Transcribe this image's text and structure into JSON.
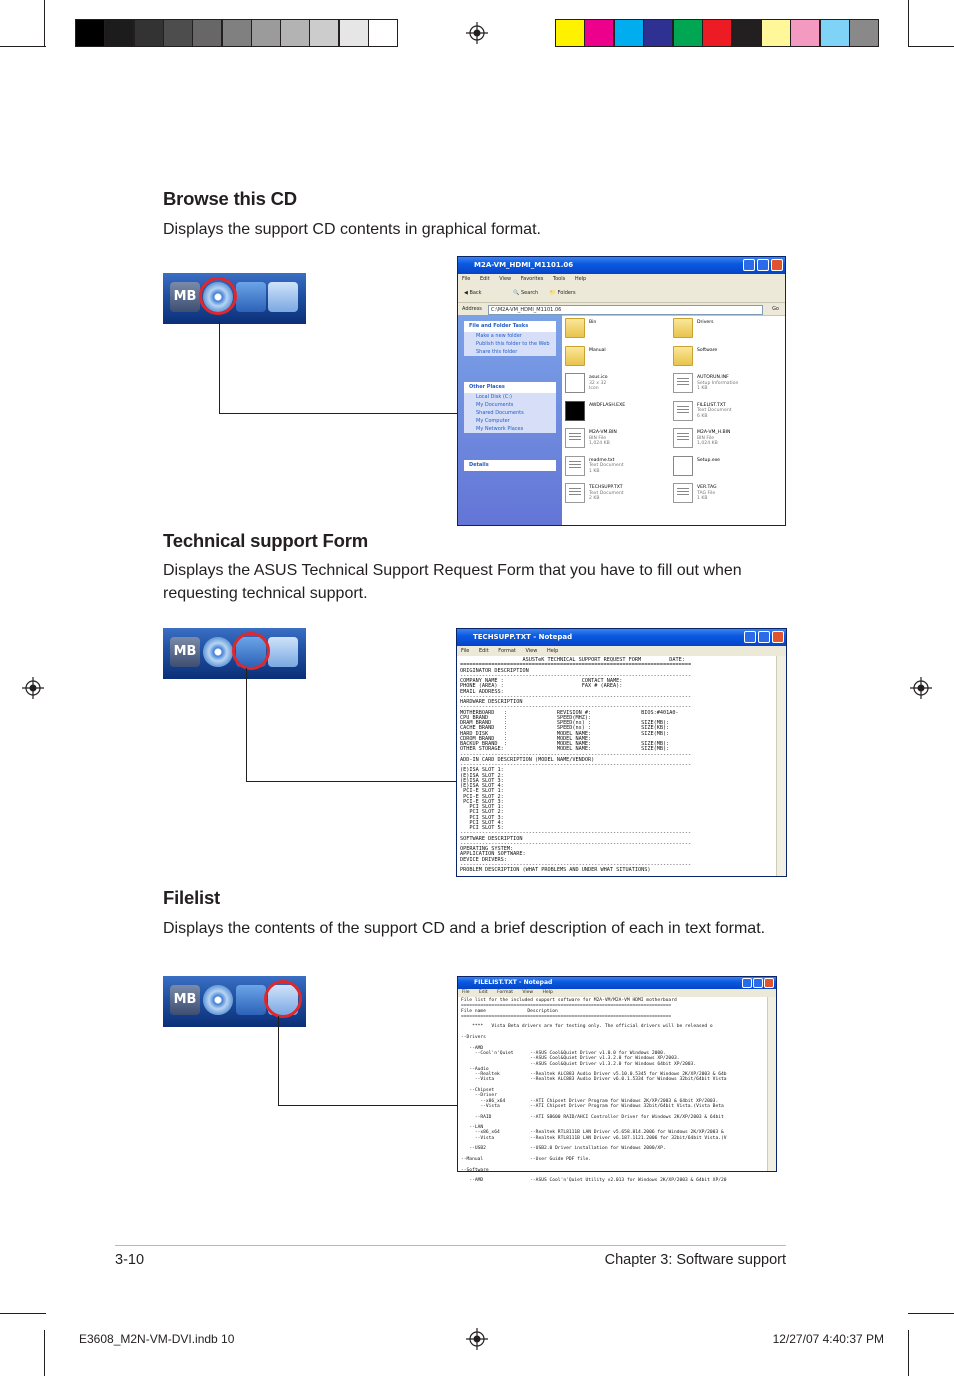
{
  "colors": {
    "grays": [
      "#000000",
      "#1c1c1c",
      "#333333",
      "#4d4d4d",
      "#676767",
      "#808080",
      "#9b9b9b",
      "#b3b3b3",
      "#cccccc",
      "#e6e6e6",
      "#ffffff"
    ],
    "process": [
      "#fff200",
      "#ec008c",
      "#00aeef",
      "#2e3192",
      "#00a651",
      "#ed1c24",
      "#231f20",
      "#fff799",
      "#f49ac1",
      "#7fd3f7",
      "#898989"
    ]
  },
  "sections": {
    "browse": {
      "heading": "Browse this CD",
      "body": "Displays the support CD contents in graphical format."
    },
    "techsupport": {
      "heading": "Technical support Form",
      "body": "Displays the ASUS Technical Support Request Form that you have to fill out when requesting technical support."
    },
    "filelist": {
      "heading": "Filelist",
      "body": "Displays the contents of the support CD and a brief description of each in text format."
    }
  },
  "icon_strip": {
    "mb_label": "MB"
  },
  "explorer": {
    "title": "M2A-VM_HDMI_M1101.06",
    "menu": [
      "File",
      "Edit",
      "View",
      "Favorites",
      "Tools",
      "Help"
    ],
    "toolbar": [
      "Back",
      "Search",
      "Folders"
    ],
    "address_label": "Address",
    "address_value": "C:\\M2A-VM_HDMI_M1101.06",
    "go_label": "Go",
    "tasks": {
      "folder_tasks": {
        "title": "File and Folder Tasks",
        "items": [
          "Make a new folder",
          "Publish this folder to the Web",
          "Share this folder"
        ]
      },
      "other_places": {
        "title": "Other Places",
        "items": [
          "Local Disk (C:)",
          "My Documents",
          "Shared Documents",
          "My Computer",
          "My Network Places"
        ]
      },
      "details": {
        "title": "Details"
      }
    },
    "files": [
      {
        "name": "Bin",
        "l1": "",
        "l2": "",
        "icon": "folder-icon"
      },
      {
        "name": "Drivers",
        "l1": "",
        "l2": "",
        "icon": "folder-icon"
      },
      {
        "name": "Manual",
        "l1": "",
        "l2": "",
        "icon": "folder-icon"
      },
      {
        "name": "Software",
        "l1": "",
        "l2": "",
        "icon": "folder-icon"
      },
      {
        "name": "asus.ico",
        "l1": "32 x 32",
        "l2": "Icon",
        "icon": "asus-logo-icon"
      },
      {
        "name": "AUTORUN.INF",
        "l1": "Setup Information",
        "l2": "1 KB",
        "icon": "setup-info-icon"
      },
      {
        "name": "AWDFLASH.EXE",
        "l1": "",
        "l2": "",
        "icon": "console-app-icon"
      },
      {
        "name": "FILELIST.TXT",
        "l1": "Text Document",
        "l2": "6 KB",
        "icon": "text-document-icon"
      },
      {
        "name": "M2A-VM.BIN",
        "l1": "BIN File",
        "l2": "1,024 KB",
        "icon": "bin-file-icon"
      },
      {
        "name": "M2A-VM_H.BIN",
        "l1": "BIN File",
        "l2": "1,024 KB",
        "icon": "bin-file-icon"
      },
      {
        "name": "readme.txt",
        "l1": "Text Document",
        "l2": "1 KB",
        "icon": "text-document-icon"
      },
      {
        "name": "Setup.exe",
        "l1": "",
        "l2": "",
        "icon": "asus-logo-icon"
      },
      {
        "name": "TECHSUPP.TXT",
        "l1": "Text Document",
        "l2": "2 KB",
        "icon": "text-document-icon"
      },
      {
        "name": "VER.TAG",
        "l1": "TAG File",
        "l2": "1 KB",
        "icon": "tag-file-icon"
      }
    ]
  },
  "notepad_tech": {
    "title": "TECHSUPP.TXT - Notepad",
    "menu": [
      "File",
      "Edit",
      "Format",
      "View",
      "Help"
    ],
    "text": "                    ASUSTeK TECHNICAL SUPPORT REQUEST FORM         DATE:\n==========================================================================\nORIGINATOR DESCRIPTION\n--------------------------------------------------------------------------\nCOMPANY NAME :                         CONTACT NAME:\nPHONE (AREA) :                         FAX # (AREA):\nEMAIL ADDRESS:\n--------------------------------------------------------------------------\nHARDWARE DESCRIPTION\n--------------------------------------------------------------------------\nMOTHERBOARD   :                REVISION #:                BIOS:#401A0-\nCPU BRAND     :                SPEED(MHZ):\nDRAM BRAND    :                SPEED(ns) :                SIZE(MB):\nCACHE BRAND   :                SPEED(ns) :                SIZE(KB):\nHARD DISK     :                MODEL NAME:                SIZE(MB):\nCDROM BRAND   :                MODEL NAME:\nBACKUP BRAND  :                MODEL NAME:                SIZE(MB):\nOTHER STORAGE:                 MODEL NAME:                SIZE(MB):\n--------------------------------------------------------------------------\nADD-IN CARD DESCRIPTION (MODEL NAME/VENDOR)\n--------------------------------------------------------------------------\n(E)ISA SLOT 1:\n(E)ISA SLOT 2:\n(E)ISA SLOT 3:\n(E)ISA SLOT 4:\n PCI-E SLOT 1:\n PCI-E SLOT 2:\n PCI-E SLOT 3:\n   PCI SLOT 1:\n   PCI SLOT 2:\n   PCI SLOT 3:\n   PCI SLOT 4:\n   PCI SLOT 5:\n--------------------------------------------------------------------------\nSOFTWARE DESCRIPTION\n--------------------------------------------------------------------------\nOPERATING SYSTEM:\nAPPLICATION SOFTWARE:\nDEVICE DRIVERS:\n--------------------------------------------------------------------------\nPROBLEM DESCRIPTION (WHAT PROBLEMS AND UNDER WHAT SITUATIONS)"
  },
  "notepad_files": {
    "title": "FILELIST.TXT - Notepad",
    "menu": [
      "File",
      "Edit",
      "Format",
      "View",
      "Help"
    ],
    "text": "File list for the included support software for M2A-VM/M2A-VM HDMI motherboard\n============================================================================\nFile name               Description\n============================================================================\n\n    ****   Vista Beta drivers are for testing only. The official drivers will be released o\n\n--Drivers\n\n   --AMD\n     --Cool'n'Quiet      --ASUS Cool&Quiet Driver v1.0.0 for Windows 2000.\n                         --ASUS Cool&Quiet Driver v1.3.2.0 for Windows XP/2003.\n                         --ASUS Cool&Quiet Driver v1.3.2.0 for Windows 64bit XP/2003.\n   --Audio\n     --Realtek           --Realtek ALC883 Audio Driver v5.10.0.5345 for Windows 2K/XP/2003 & 64b\n     --Vista             --Realtek ALC883 Audio Driver v6.0.1.5334 for Windows 32bit/64bit Vista\n\n   --Chipset\n     --Driver\n       --x86_x64         --ATI Chipset Driver Program for Windows 2K/XP/2003 & 64bit XP/2003.\n       --Vista           --ATI Chipset Driver Program for Windows 32bit/64bit Vista.(Vista Beta\n\n     --RAID              --ATI SB600 RAID/AHCI Controller Driver for Windows 2K/XP/2003 & 64bit\n\n   --LAN\n     --x86_x64           --Realtek RTL8111B LAN Driver v5.658.814.2006 for Windows 2K/XP/2003 &\n     --Vista             --Realtek RTL8111B LAN Driver v6.187.1121.2006 for 32bit/64bit Vista.(V\n\n   --USB2                --USB2.0 Driver installation for Windows 2000/XP.\n\n--Manual                 --User Guide PDF file.\n\n--Software\n\n   --AMD                 --ASUS Cool'n'Quiet Utility v2.013 for Windows 2K/XP/2003 & 64bit XP/20"
  },
  "footer": {
    "page_number": "3-10",
    "chapter": "Chapter 3: Software support"
  },
  "slug": {
    "file": "E3608_M2N-VM-DVI.indb   10",
    "timestamp": "12/27/07   4:40:37 PM"
  }
}
